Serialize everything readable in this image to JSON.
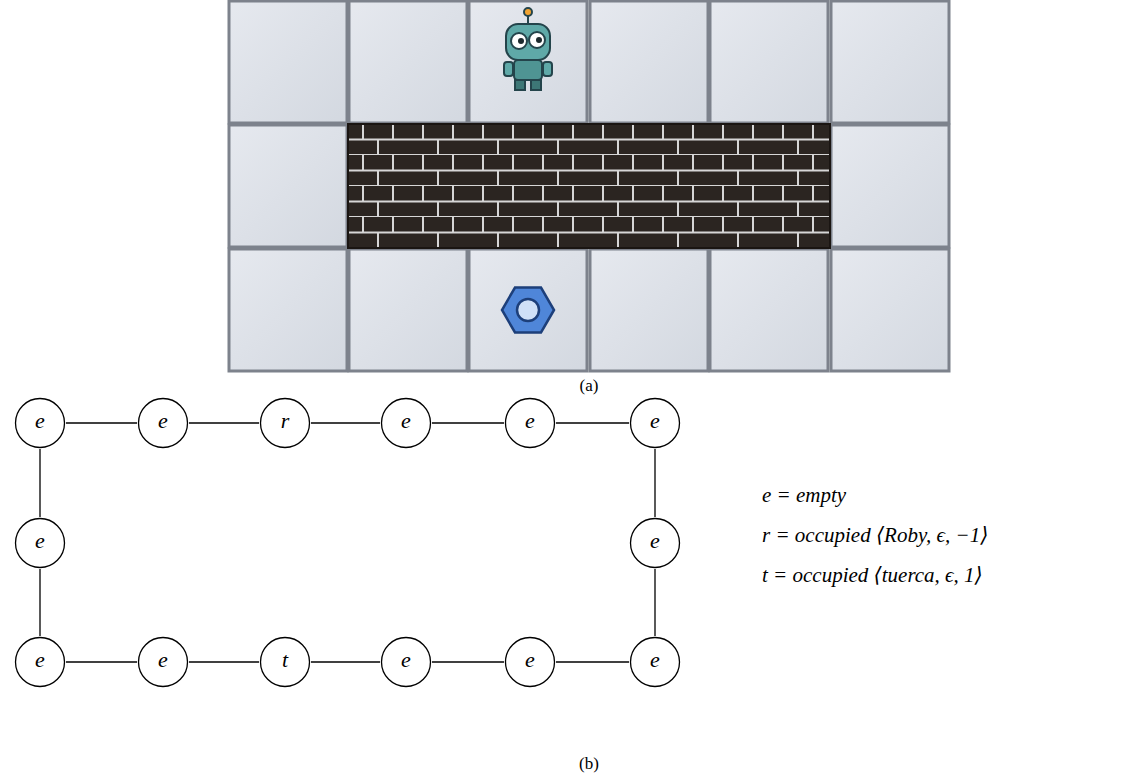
{
  "diagram": {
    "nodes": [
      {
        "text": [
          "e"
        ]
      },
      {
        "text": [
          "e"
        ]
      },
      {
        "text": [
          "r"
        ]
      },
      {
        "text": [
          "e"
        ]
      },
      {
        "text": [
          "e"
        ]
      },
      {
        "text": [
          "e"
        ]
      },
      {
        "text": [
          "e"
        ]
      },
      {
        "text": [
          "e"
        ]
      },
      {
        "text": [
          "e"
        ]
      },
      {
        "text": [
          "e"
        ]
      },
      {
        "text": [
          "t"
        ]
      },
      {
        "text": [
          "e"
        ]
      },
      {
        "text": [
          "e"
        ]
      },
      {
        "text": [
          "e"
        ]
      }
    ],
    "edges": [
      {
        "from": 0,
        "to": 1,
        "arrow": "none"
      },
      {
        "from": 1,
        "to": 2,
        "arrow": "none"
      },
      {
        "from": 2,
        "to": 3,
        "arrow": "none"
      },
      {
        "from": 3,
        "to": 4,
        "arrow": "none"
      },
      {
        "from": 4,
        "to": 5,
        "arrow": "none"
      },
      {
        "from": 0,
        "to": 6,
        "arrow": "none"
      },
      {
        "from": 5,
        "to": 7,
        "arrow": "none"
      },
      {
        "from": 6,
        "to": 8,
        "arrow": "none"
      },
      {
        "from": 7,
        "to": 13,
        "arrow": "none"
      },
      {
        "from": 8,
        "to": 9,
        "arrow": "none"
      },
      {
        "from": 9,
        "to": 10,
        "arrow": "none"
      },
      {
        "from": 10,
        "to": 11,
        "arrow": "none"
      },
      {
        "from": 11,
        "to": 12,
        "arrow": "none"
      },
      {
        "from": 12,
        "to": 13,
        "arrow": "none"
      }
    ],
    "labels": [
      "(a)",
      "e = empty",
      "r = occupied ⟨Roby, ϵ, −1⟩",
      "t = occupied ⟨tuerca, ϵ, 1⟩",
      "(b)"
    ]
  }
}
